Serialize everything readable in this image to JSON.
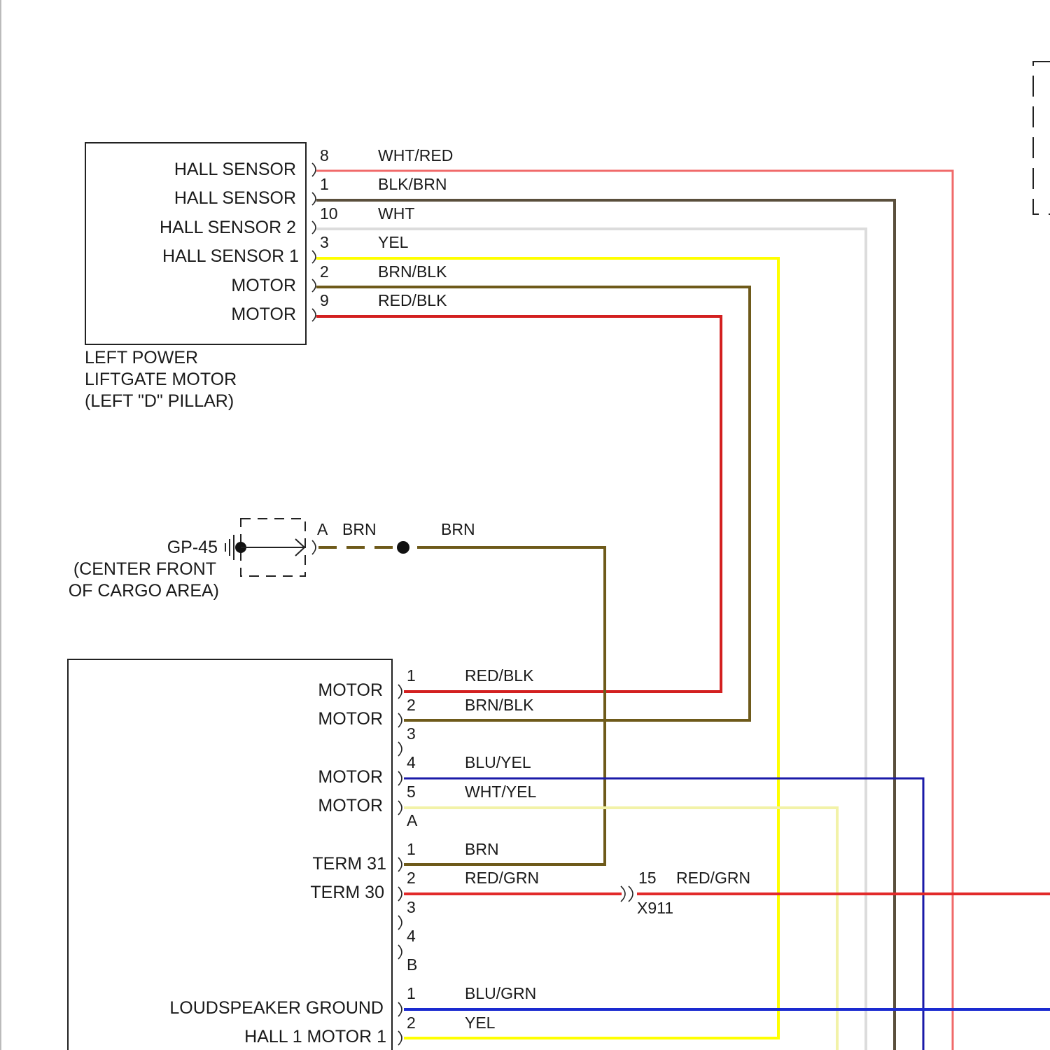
{
  "colors": {
    "wht_red": "#f06a6a",
    "blk_brn": "#5a4f3c",
    "wht": "#dcdcdc",
    "yel": "#ffff00",
    "brn_blk": "#6e5a1a",
    "red_blk": "#d32020",
    "brn": "#6e5a1a",
    "blu_yel": "#1a1aa8",
    "wht_yel": "#f2f2a8",
    "red_grn": "#e22a2a",
    "blu_grn": "#1a2ad0"
  },
  "left_motor": {
    "labels": [
      "HALL SENSOR",
      "HALL SENSOR",
      "HALL SENSOR 2",
      "HALL SENSOR 1",
      "MOTOR",
      "MOTOR"
    ],
    "caption": [
      "LEFT POWER",
      "LIFTGATE MOTOR",
      "(LEFT \"D\" PILLAR)"
    ],
    "pins": [
      {
        "pin": "8",
        "color": "WHT/RED"
      },
      {
        "pin": "1",
        "color": "BLK/BRN"
      },
      {
        "pin": "10",
        "color": "WHT"
      },
      {
        "pin": "3",
        "color": "YEL"
      },
      {
        "pin": "2",
        "color": "BRN/BLK"
      },
      {
        "pin": "9",
        "color": "RED/BLK"
      }
    ]
  },
  "ground": {
    "id": "GP-45",
    "location": [
      "(CENTER FRONT",
      "OF CARGO AREA)"
    ],
    "pin": "A",
    "wire1": "BRN",
    "wire2": "BRN"
  },
  "module": {
    "labels": [
      "MOTOR",
      "MOTOR",
      "MOTOR",
      "MOTOR",
      "TERM 31",
      "TERM 30",
      "LOUDSPEAKER GROUND",
      "HALL 1 MOTOR 1"
    ],
    "connector_a": [
      {
        "pin": "1",
        "color": "RED/BLK"
      },
      {
        "pin": "2",
        "color": "BRN/BLK"
      },
      {
        "pin": "3",
        "color": ""
      },
      {
        "pin": "4",
        "color": "BLU/YEL"
      },
      {
        "pin": "5",
        "color": "WHT/YEL"
      },
      {
        "pin": "A",
        "color": ""
      }
    ],
    "connector_b": [
      {
        "pin": "1",
        "color": "BRN"
      },
      {
        "pin": "2",
        "color": "RED/GRN"
      },
      {
        "pin": "3",
        "color": ""
      },
      {
        "pin": "4",
        "color": ""
      },
      {
        "pin": "B",
        "color": ""
      }
    ],
    "connector_c": [
      {
        "pin": "1",
        "color": "BLU/GRN"
      },
      {
        "pin": "2",
        "color": "YEL"
      }
    ]
  },
  "inline": {
    "pin": "15",
    "color": "RED/GRN",
    "id": "X911"
  }
}
